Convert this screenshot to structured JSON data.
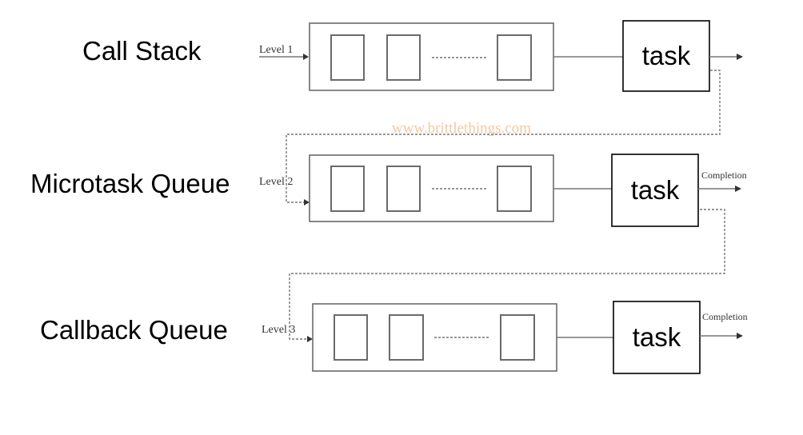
{
  "watermark": "www.brittlethings.com",
  "rows": [
    {
      "name": "Call Stack",
      "level": "Level 1",
      "task": "task",
      "completion": ""
    },
    {
      "name": "Microtask Queue",
      "level": "Level 2",
      "task": "task",
      "completion": "Completion"
    },
    {
      "name": "Callback Queue",
      "level": "Level 3",
      "task": "task",
      "completion": "Completion"
    }
  ]
}
